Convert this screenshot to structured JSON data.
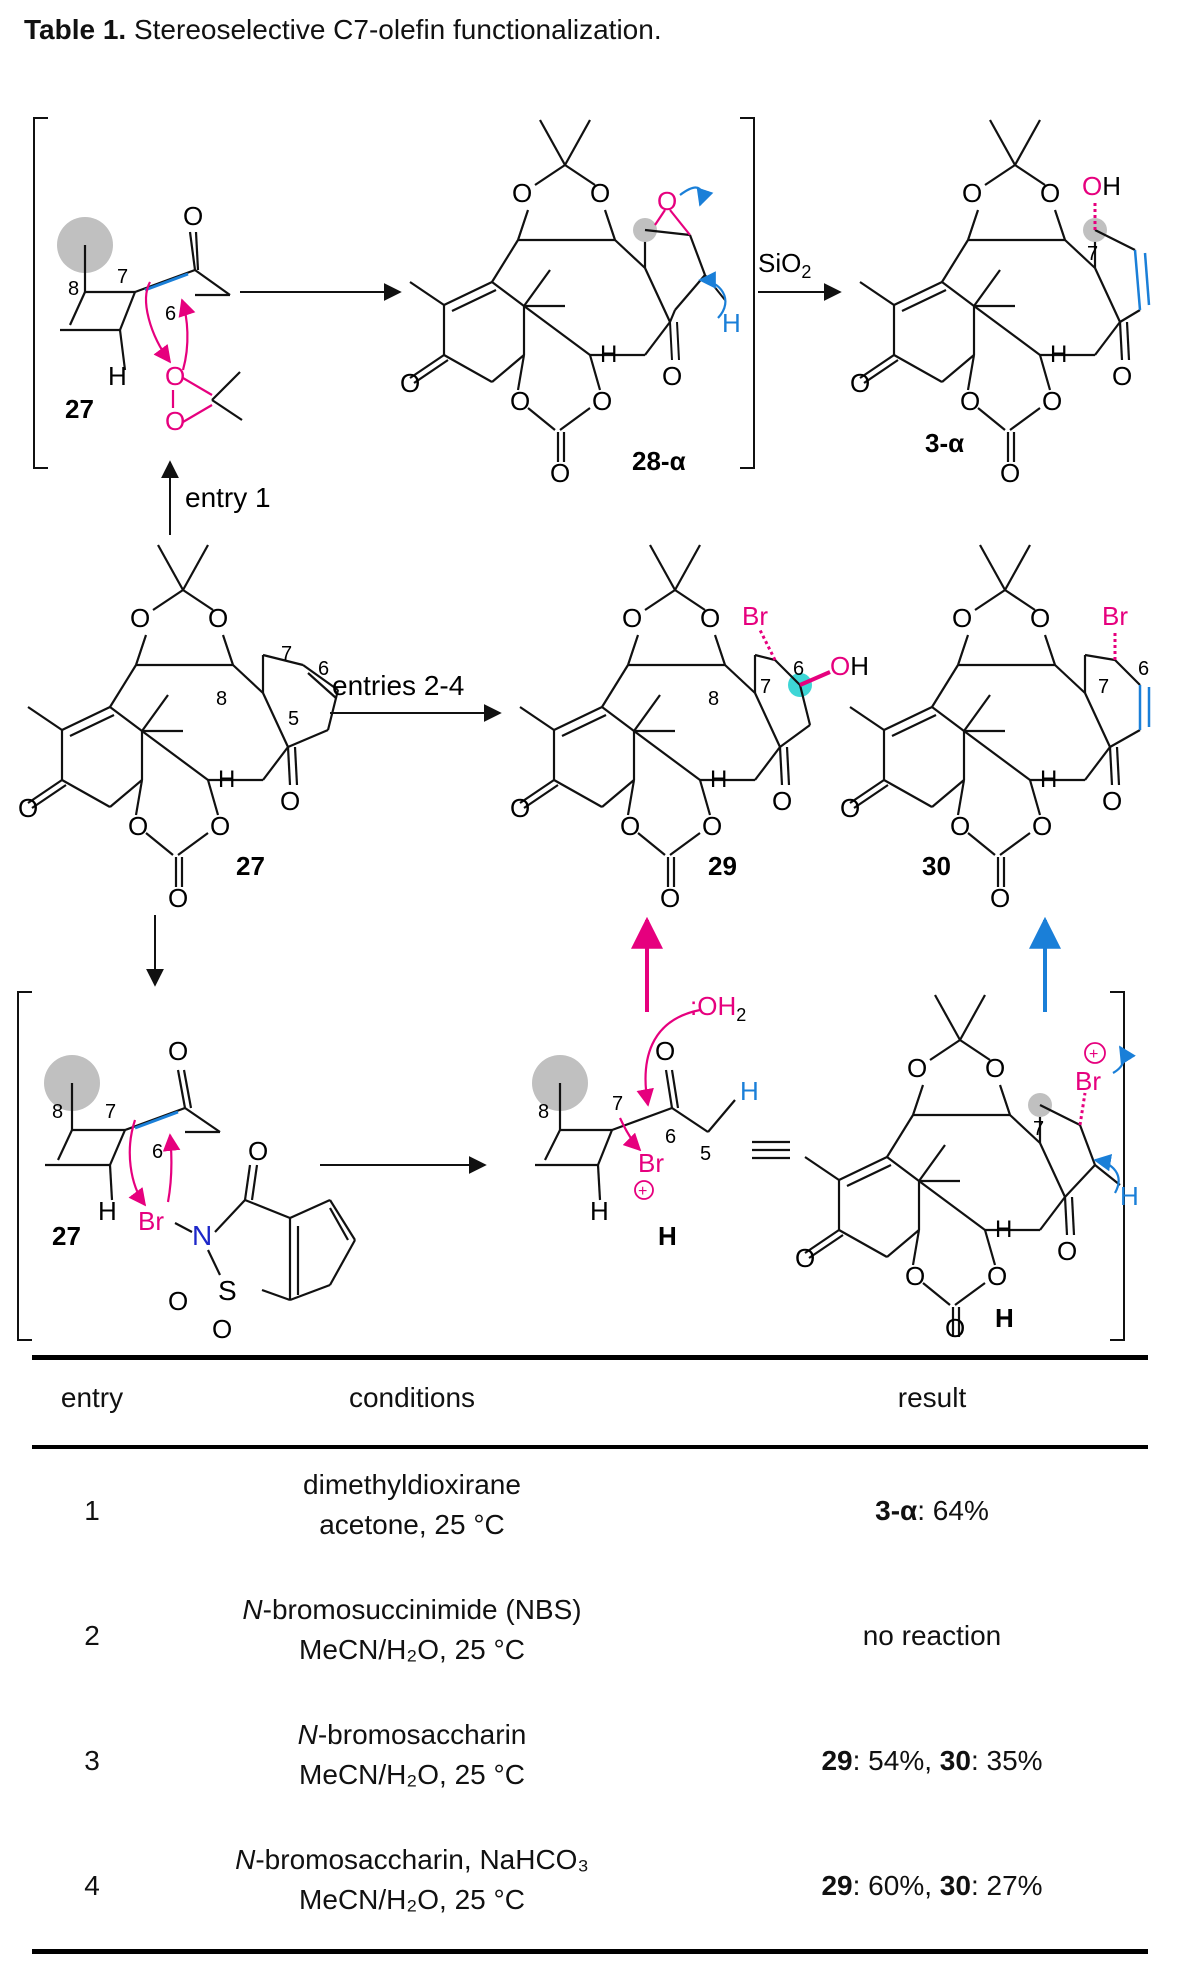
{
  "caption": {
    "label": "Table 1.",
    "title": "Stereoselective C7-olefin functionalization."
  },
  "scheme": {
    "arrows": {
      "entry1": "entry 1",
      "entries24": "entries 2-4",
      "sio2": "SiO",
      "sio2_sub": "2"
    },
    "compounds": {
      "c27": "27",
      "c28": "28-α",
      "c3": "3-α",
      "c29": "29",
      "c30": "30",
      "cH": "H"
    },
    "atoms": {
      "O": "O",
      "H": "H",
      "Br": "Br",
      "N": "N",
      "S": "S",
      "OH": "OH",
      "water": ":OH",
      "water_sub": "2",
      "plus": "+"
    },
    "numbers": {
      "n5": "5",
      "n6": "6",
      "n7": "7",
      "n8": "8"
    }
  },
  "table": {
    "headers": {
      "entry": "entry",
      "conditions": "conditions",
      "result": "result"
    },
    "rows": [
      {
        "entry": "1",
        "cond_prefix": "",
        "cond_line1": "dimethyldioxirane",
        "cond_line2": "acetone, 25 °C",
        "res_bold1": "3-α",
        "res_text1": ": 64%",
        "res_bold2": "",
        "res_text2": ""
      },
      {
        "entry": "2",
        "cond_prefix": "N",
        "cond_line1": "-bromosuccinimide (NBS)",
        "cond_line2": "MeCN/H₂O, 25 °C",
        "res_bold1": "",
        "res_text1": "no reaction",
        "res_bold2": "",
        "res_text2": ""
      },
      {
        "entry": "3",
        "cond_prefix": "N",
        "cond_line1": "-bromosaccharin",
        "cond_line2": "MeCN/H₂O, 25 °C",
        "res_bold1": "29",
        "res_text1": ": 54%, ",
        "res_bold2": "30",
        "res_text2": ": 35%"
      },
      {
        "entry": "4",
        "cond_prefix": "N",
        "cond_line1": "-bromosaccharin, NaHCO₃",
        "cond_line2": "MeCN/H₂O, 25 °C",
        "res_bold1": "29",
        "res_text1": ": 60%, ",
        "res_bold2": "30",
        "res_text2": ": 27%"
      }
    ]
  },
  "colors": {
    "magenta": "#e6007e",
    "blue": "#1a7fd8",
    "gray": "#c0c0c0",
    "cyan": "#3ed6d6"
  }
}
